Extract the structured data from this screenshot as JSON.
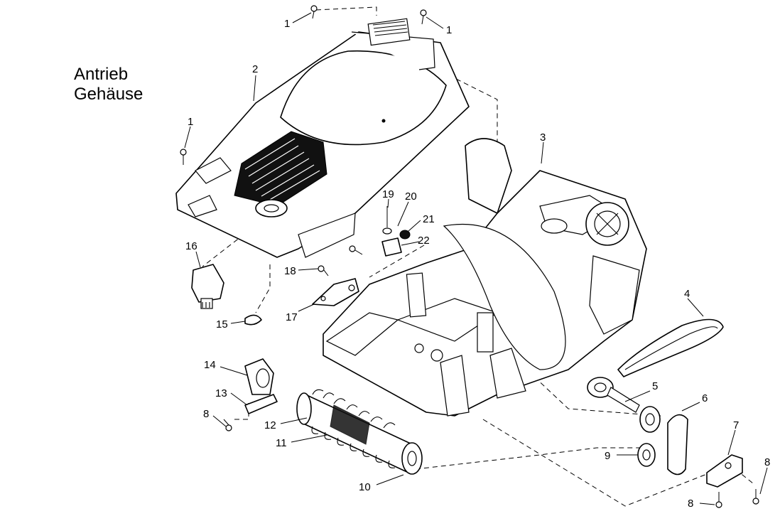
{
  "title": {
    "line1": "Antrieb",
    "line2": "Gehäuse"
  },
  "callouts": {
    "c1a": "1",
    "c1b": "1",
    "c1c": "1",
    "c2": "2",
    "c3": "3",
    "c4": "4",
    "c5": "5",
    "c6": "6",
    "c7": "7",
    "c8a": "8",
    "c8b": "8",
    "c8c": "8",
    "c9": "9",
    "c10": "10",
    "c11": "11",
    "c12": "12",
    "c13": "13",
    "c14": "14",
    "c15": "15",
    "c16": "16",
    "c17": "17",
    "c18": "18",
    "c19": "19",
    "c20": "20",
    "c21": "21",
    "c22": "22"
  }
}
